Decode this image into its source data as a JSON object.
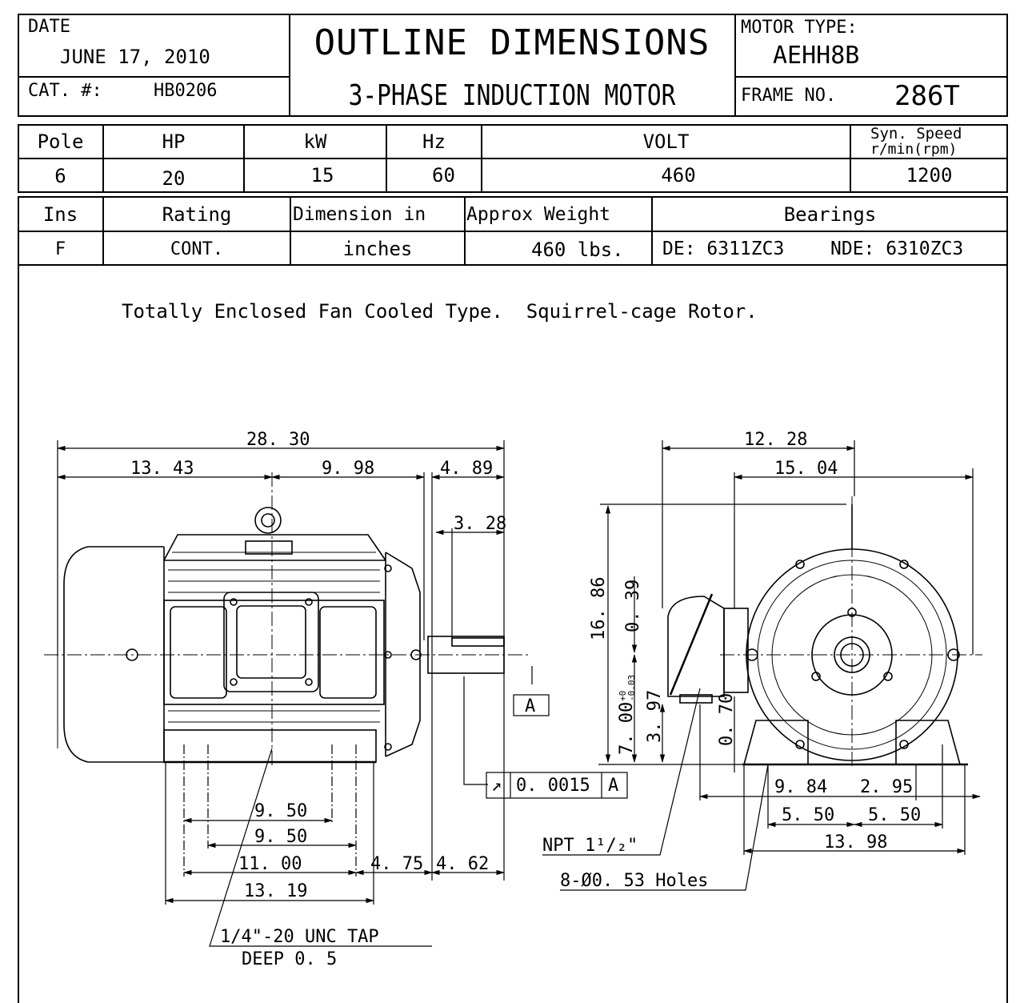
{
  "header": {
    "date_label": "DATE",
    "date_value": "JUNE 17, 2010",
    "cat_label": "CAT. #:",
    "cat_value": "HB0206",
    "title_line1": "OUTLINE DIMENSIONS",
    "title_line2": "3-PHASE INDUCTION MOTOR",
    "motor_type_label": "MOTOR TYPE:",
    "motor_type_value": "AEHH8B",
    "frame_label": "FRAME NO.",
    "frame_value": "286T"
  },
  "spec_table_1": {
    "headers": [
      "Pole",
      "HP",
      "kW",
      "Hz",
      "VOLT",
      "Syn. Speed",
      "r/min(rpm)"
    ],
    "values": [
      "6",
      "20",
      "15",
      "60",
      "460",
      "1200"
    ]
  },
  "spec_table_2": {
    "headers": [
      "Ins",
      "Rating",
      "Dimension in",
      "Approx Weight",
      "Bearings"
    ],
    "values": [
      "F",
      "CONT.",
      "inches",
      "460 lbs.",
      "DE: 6311ZC3",
      "NDE: 6310ZC3"
    ]
  },
  "description": "Totally Enclosed Fan Cooled Type.  Squirrel-cage Rotor.",
  "side_view": {
    "dims": [
      "28. 30",
      "13. 43",
      "9. 98",
      "4. 89",
      "3. 28",
      "9. 50",
      "9. 50",
      "11. 00",
      "4. 75",
      "4. 62",
      "13. 19"
    ],
    "tap_note_1": "1/4\"-20 UNC TAP",
    "tap_note_2": "DEEP 0. 5",
    "datum": "A",
    "tolerance_value": "0. 0015",
    "tolerance_datum": "A",
    "runout_symbol": "↗"
  },
  "end_view": {
    "dims": [
      "12. 28",
      "15. 04",
      "16. 86",
      "0. 39",
      "7. 00",
      "+0",
      "-0.03",
      "3. 97",
      "0. 70",
      "9. 84",
      "2. 95",
      "5. 50",
      "5. 50",
      "13. 98"
    ],
    "npt_note": "NPT 1¹/₂\"",
    "holes_note": "8-Ø0. 53 Holes"
  }
}
